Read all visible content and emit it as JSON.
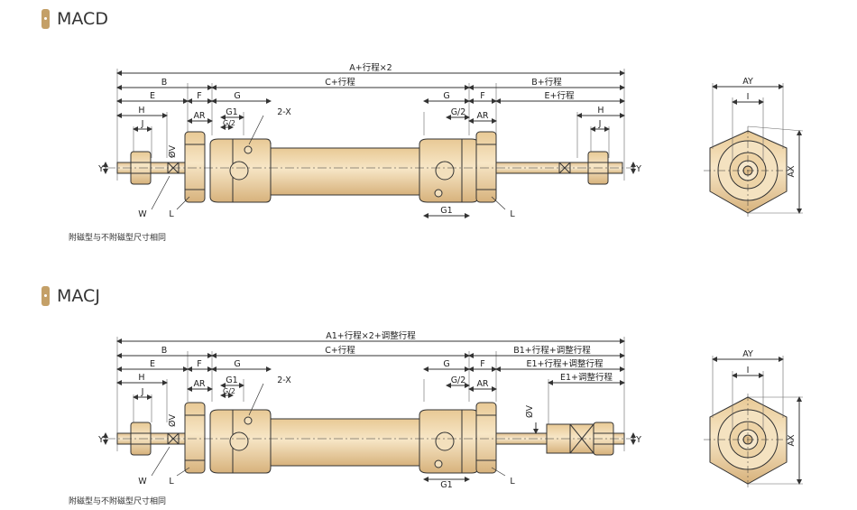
{
  "sections": [
    {
      "title": "MACD",
      "note": "附磁型与不附磁型尺寸相同",
      "labels": {
        "overall": "A+行程×2",
        "b": "B",
        "c": "C+行程",
        "b_right": "B+行程",
        "e": "E",
        "f": "F",
        "g": "G",
        "e_right": "E+行程",
        "h": "H",
        "j": "J",
        "ar": "AR",
        "g1": "G1",
        "g2": "G/2",
        "port": "2-X",
        "ov": "ØV",
        "y": "Y",
        "w": "W",
        "l": "L",
        "ay": "AY",
        "i": "I",
        "ax": "AX"
      }
    },
    {
      "title": "MACJ",
      "note": "附磁型与不附磁型尺寸相同",
      "labels": {
        "overall": "A1+行程×2+调整行程",
        "b": "B",
        "c": "C+行程",
        "b_right": "B1+行程+调整行程",
        "e": "E",
        "f": "F",
        "g": "G",
        "e_right": "E1+行程+调整行程",
        "e_adj": "E1+调整行程",
        "h": "H",
        "j": "J",
        "ar": "AR",
        "g1": "G1",
        "g2": "G/2",
        "port": "2-X",
        "ov": "ØV",
        "y": "Y",
        "w": "W",
        "l": "L",
        "ay": "AY",
        "i": "I",
        "ax": "AX"
      }
    }
  ],
  "colors": {
    "body": "#f2dbb0",
    "body_dark": "#d9b98a",
    "line": "#333333",
    "tag": "#c4a068"
  }
}
